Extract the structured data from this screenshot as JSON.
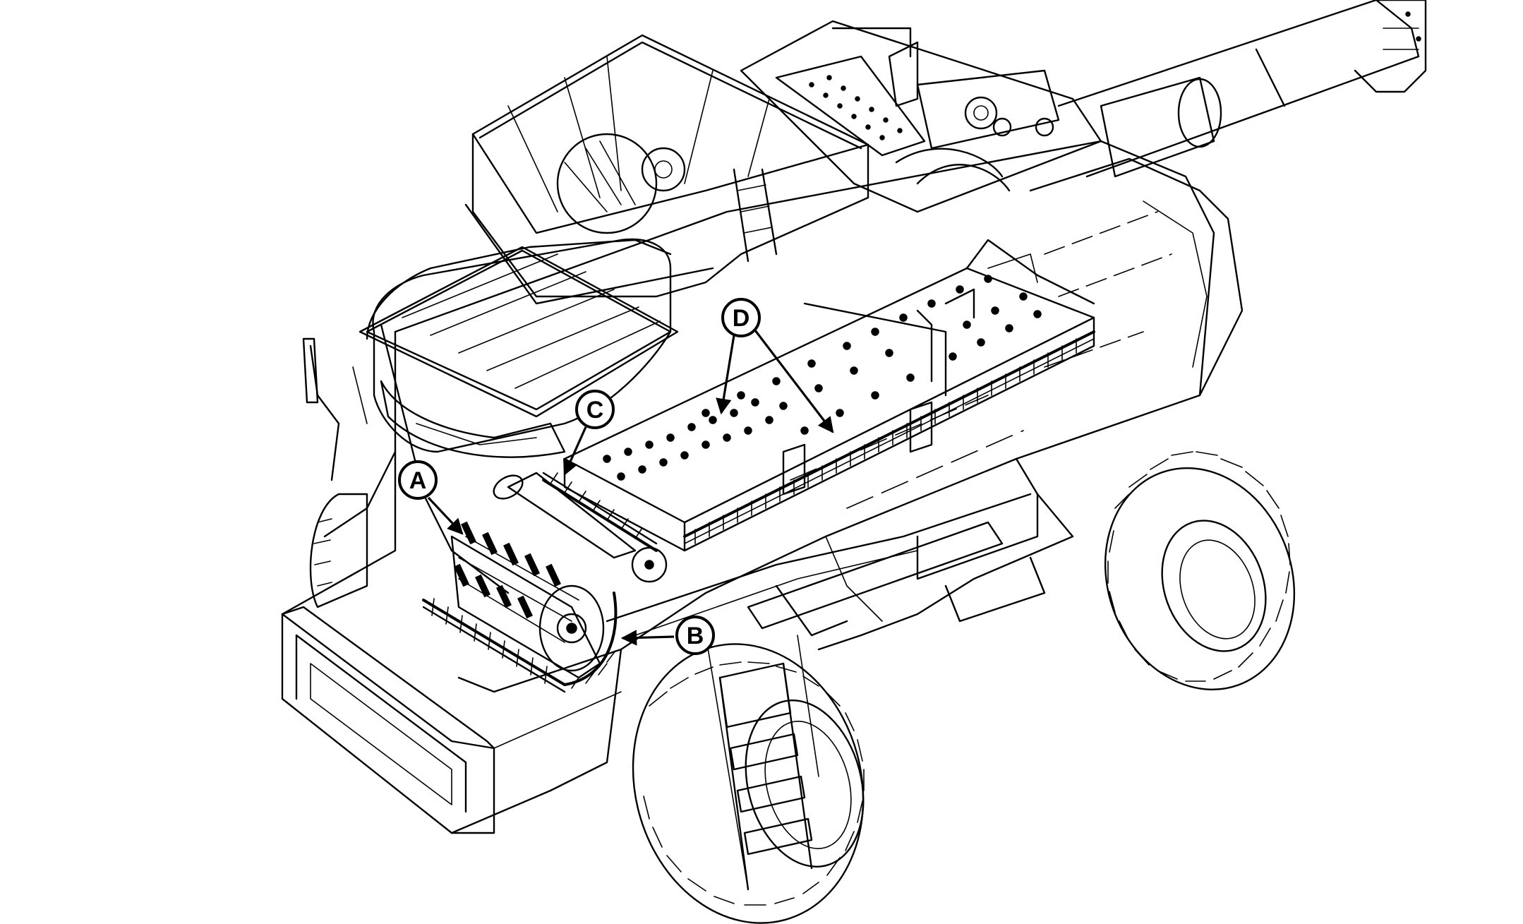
{
  "callouts": {
    "a": {
      "label": "A"
    },
    "b": {
      "label": "B"
    },
    "c": {
      "label": "C"
    },
    "d": {
      "label": "D"
    }
  },
  "colors": {
    "ink": "#000000",
    "paper": "#ffffff"
  },
  "icons": {
    "machine": "combine-harvester-line-drawing"
  }
}
